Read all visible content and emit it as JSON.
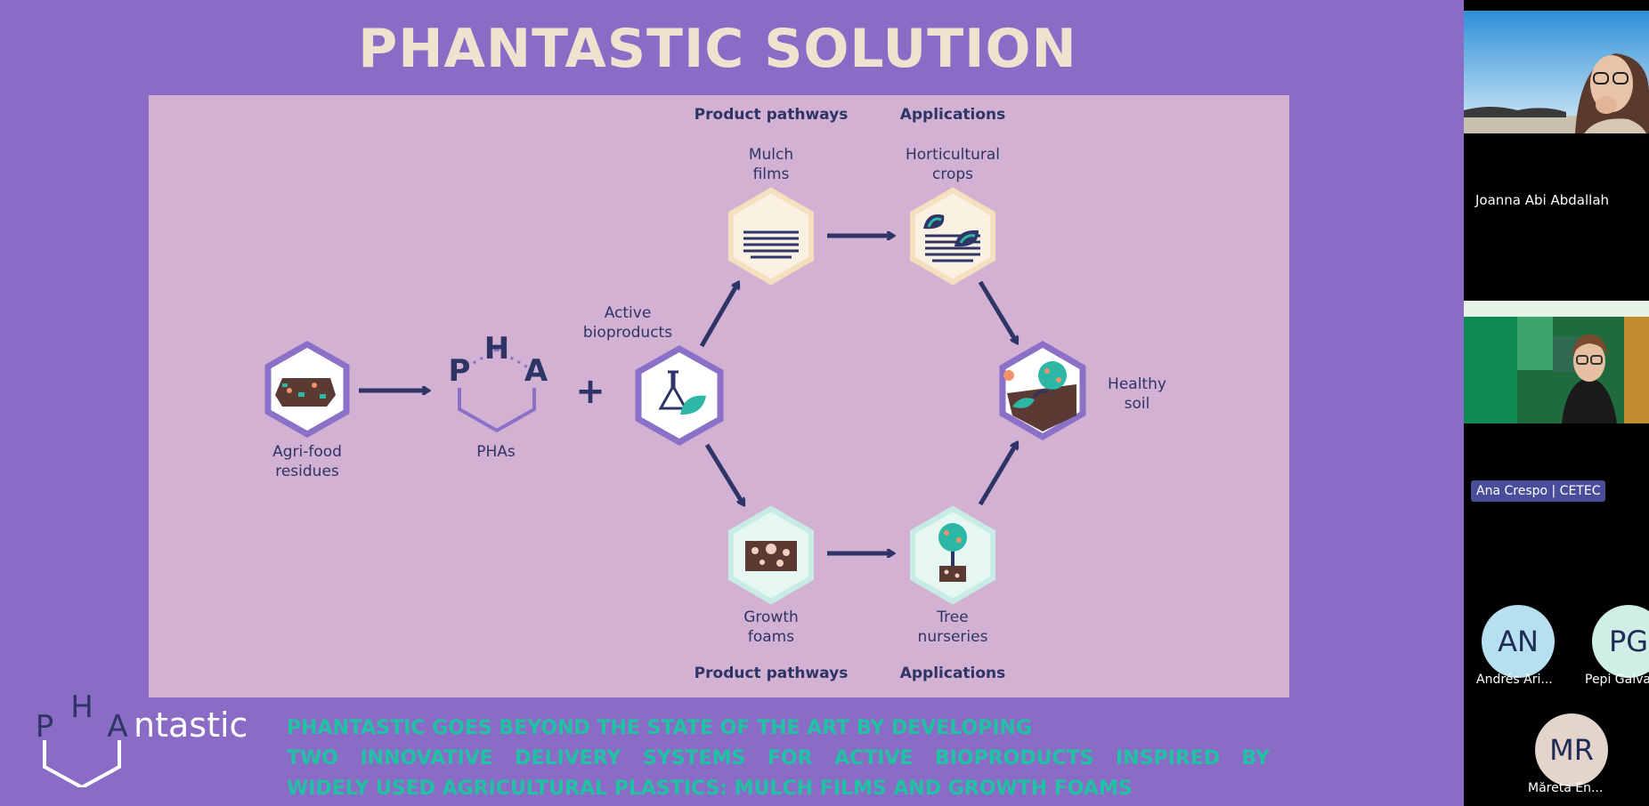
{
  "slide": {
    "title": "PHANTASTIC SOLUTION",
    "diagram": {
      "header_top_left": "Product pathways",
      "header_top_right": "Applications",
      "header_bottom_left": "Product pathways",
      "header_bottom_right": "Applications",
      "agri_food_label": "Agri-food\nresidues",
      "phas_label": "PHAs",
      "pha_letters": [
        "P",
        "H",
        "A"
      ],
      "plus": "+",
      "active_label": "Active\nbioproducts",
      "mulch_label": "Mulch\nfilms",
      "horticultural_label": "Horticultural\ncrops",
      "growth_label": "Growth\nfoams",
      "tree_label": "Tree\nnurseries",
      "healthy_label": "Healthy\nsoil"
    },
    "logo": {
      "text": "ntastic",
      "letters": [
        "P",
        "H",
        "A"
      ]
    },
    "footer": {
      "line1": "PHANTASTIC GOES BEYOND THE STATE OF THE ART BY DEVELOPING",
      "line2": "TWO INNOVATIVE DELIVERY SYSTEMS FOR ACTIVE BIOPRODUCTS INSPIRED BY",
      "line3": "WIDELY USED AGRICULTURAL PLASTICS: MULCH FILMS AND GROWTH FOAMS"
    }
  },
  "participants": {
    "video1_name": "Joanna Abi Abdallah",
    "video2_name": "Ana Crespo | CETEC",
    "avatars": [
      {
        "initials": "AN",
        "name": "Andrés Ari...",
        "color": "#b6dfef"
      },
      {
        "initials": "PG",
        "name": "Pepi Galva",
        "color": "#cfeee6"
      },
      {
        "initials": "MR",
        "name": "Măreta En...",
        "color": "#e3d4cc"
      }
    ]
  },
  "colors": {
    "slide_bg": "#8a6cc6",
    "panel_bg": "#d2b1d3",
    "title": "#efe2cf",
    "navy": "#2e3566",
    "footer_text": "#1fc3a4"
  }
}
